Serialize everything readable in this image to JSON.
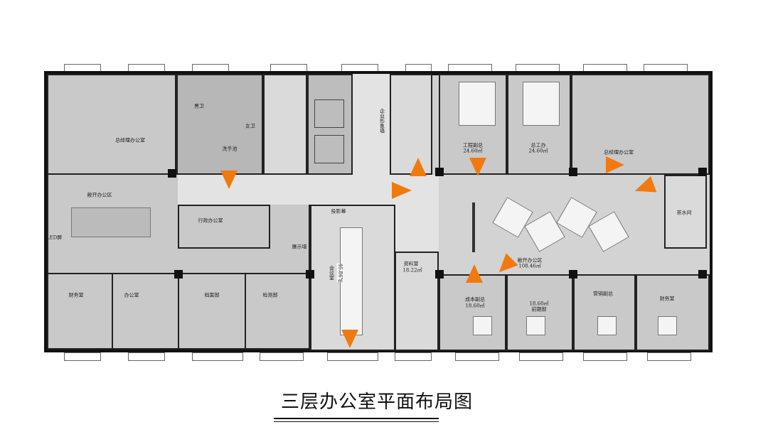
{
  "title": "三层办公室平面布局图",
  "accent_color": "#f07a10",
  "rooms": {
    "gm_office_left": "总经理办公室",
    "open_office_left": "敞开办公区",
    "led_screen": "LED屏",
    "mens_wc": "男卫",
    "womens_wc": "女卫",
    "washbasin": "洗手池",
    "admin_office": "行政办公室",
    "display_wall": "展示墙",
    "finance_left": "财务室",
    "office": "办公室",
    "archive": "档案部",
    "testing": "检测部",
    "image_wall": "企业形象墙",
    "projection_screen": "投影幕",
    "meeting_room": "会议室",
    "meeting_room_area": "46.86㎡",
    "data_room": "资料室",
    "data_room_area": "18.22㎡",
    "eng_vp": "工程副总",
    "eng_vp_area": "24.60㎡",
    "chief_eng": "总工办",
    "chief_eng_area": "24.60㎡",
    "gm_office_right": "总经理办公室",
    "open_office_right": "敞开办公区",
    "open_office_right_area": "108.46㎡",
    "cost_vp": "成本副总",
    "cost_vp_area": "18.60㎡",
    "preliminary_area": "18.60㎡",
    "preliminary": "前期部",
    "sales_vp": "营销副总",
    "finance_right": "财务室",
    "tea_room": "茶水间"
  }
}
